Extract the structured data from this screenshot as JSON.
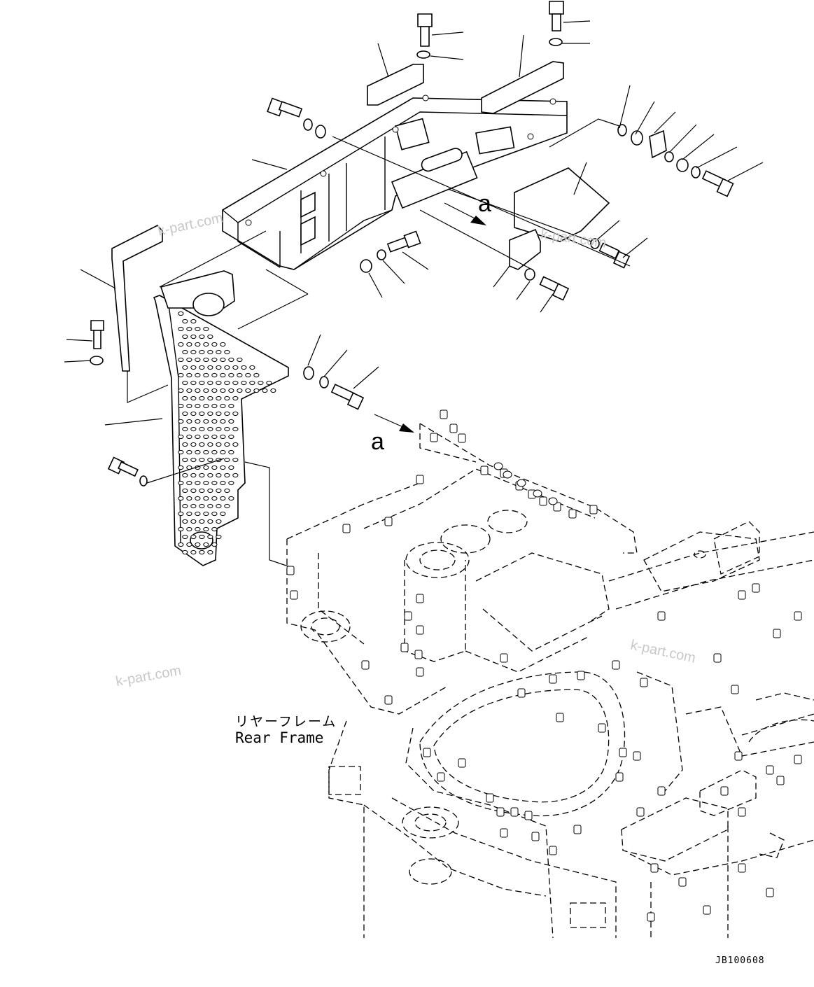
{
  "diagram": {
    "frame_label_jp": "リヤーフレーム",
    "frame_label_en": "Rear Frame",
    "view_marker_1": "a",
    "view_marker_2": "a",
    "drawing_number": "JB100608",
    "watermarks": [
      "k-part.com",
      "k-part.com",
      "k-part.com",
      "k-part.com"
    ]
  }
}
